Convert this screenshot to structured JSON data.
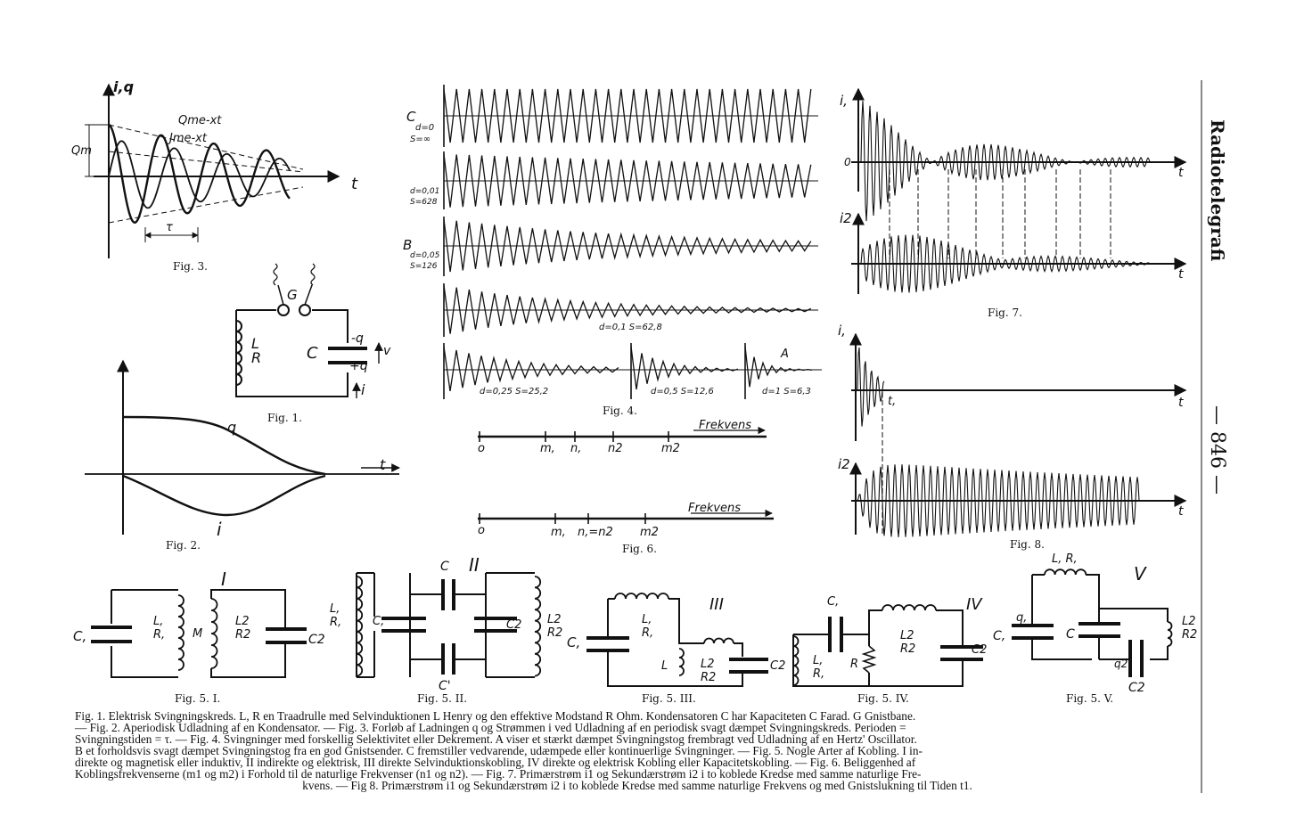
{
  "page": {
    "side_title": "Radiotelegrafi",
    "page_number": "— 846 —"
  },
  "figures": {
    "fig1": "Fig. 1.",
    "fig2": "Fig. 2.",
    "fig3": "Fig. 3.",
    "fig4": "Fig. 4.",
    "fig5_1": "Fig. 5. I.",
    "fig5_2": "Fig. 5. II.",
    "fig5_3": "Fig. 5. III.",
    "fig5_4": "Fig. 5. IV.",
    "fig5_5": "Fig. 5. V.",
    "fig6": "Fig. 6.",
    "fig7": "Fig. 7.",
    "fig8": "Fig. 8."
  },
  "labels": {
    "fig3_iq": "i,q",
    "fig3_Qm": "Qm",
    "fig3_Qmexp": "Qme-xt",
    "fig3_Jmexp": "Jme-xt",
    "fig3_t": "t",
    "fig3_tau": "τ",
    "fig1_G": "G",
    "fig1_L": "L",
    "fig1_R": "R",
    "fig1_C": "C",
    "fig1_mq": "-q",
    "fig1_pq": "+q",
    "fig1_v": "v",
    "fig1_i": "i",
    "fig2_q": "q",
    "fig2_i": "i",
    "fig2_t": "t",
    "fig4_C": "C",
    "fig4_B": "B",
    "fig4_A": "A",
    "fig4_d0": "d=0",
    "fig4_S0": "S=∞",
    "fig4_d1": "d=0,01",
    "fig4_S1": "S=628",
    "fig4_d2": "d=0,05",
    "fig4_S2": "S=126",
    "fig4_d3": "d=0,1  S=62,8",
    "fig4_d4": "d=0,25  S=25,2",
    "fig4_d5": "d=0,5  S=12,6",
    "fig4_d6": "d=1  S=6,3",
    "fig6_freq1": "Frekvens",
    "fig6_freq2": "Frekvens",
    "fig6_o": "o",
    "fig6_m1": "m,",
    "fig6_n1": "n,",
    "fig6_n2": "n2",
    "fig6_m2": "m2",
    "fig6_n1n2": "n,=n2",
    "fig7_i1": "i,",
    "fig7_i2": "i2",
    "fig7_t": "t",
    "fig7_zero": "0",
    "fig8_i1": "i,",
    "fig8_i2": "i2",
    "fig8_t1": "t,",
    "fig8_t": "t",
    "fig5_I": "I",
    "fig5_II": "II",
    "fig5_III": "III",
    "fig5_IV": "IV",
    "fig5_V": "V",
    "fig5_C1": "C,",
    "fig5_C2": "C2",
    "fig5_L1R1": "L, R,",
    "fig5_L2R2": "L2 R2",
    "fig5_M": "M",
    "fig5_L": "L",
    "fig5_R": "R",
    "fig5_C": "C",
    "fig5_Cp": "C'",
    "fig5_q1": "q,",
    "fig5_q2": "q2"
  },
  "caption": {
    "lines": [
      "Fig. 1. Elektrisk Svingningskreds. L, R en Traadrulle med Selvinduktionen L Henry og den effektive Modstand R Ohm. Kondensatoren C har Kapaciteten C Farad. G Gnistbane.",
      "— Fig. 2. Aperiodisk Udladning af en Kondensator. — Fig. 3. Forløb af Ladningen q og Strømmen i ved Udladning af en periodisk svagt dæmpet Svingningskreds. Perioden =",
      "Svingningstiden = τ. — Fig. 4. Svingninger med forskellig Selektivitet eller Dekrement. A viser et stærkt dæmpet Svingningstog frembragt ved Udladning af en Hertz' Oscillator.",
      "B et forholdsvis svagt dæmpet Svingningstog fra en god Gnistsender. C fremstiller vedvarende, udæmpede eller kontinuerlige Svingninger. — Fig. 5. Nogle Arter af Kobling. I in-",
      "direkte og magnetisk eller induktiv, II indirekte og elektrisk, III direkte Selvinduktionskobling, IV direkte og elektrisk Kobling eller Kapacitetskobling. — Fig. 6. Beliggenhed af",
      "Koblingsfrekvenserne (m1 og m2) i Forhold til de naturlige Frekvenser (n1 og n2). — Fig. 7. Primærstrøm i1 og Sekundærstrøm i2 i to koblede Kredse med samme naturlige Fre-",
      "kvens. — Fig 8. Primærstrøm i1 og Sekundærstrøm i2 i to koblede Kredse med samme naturlige Frekvens og med Gnistslukning til Tiden t1."
    ]
  }
}
